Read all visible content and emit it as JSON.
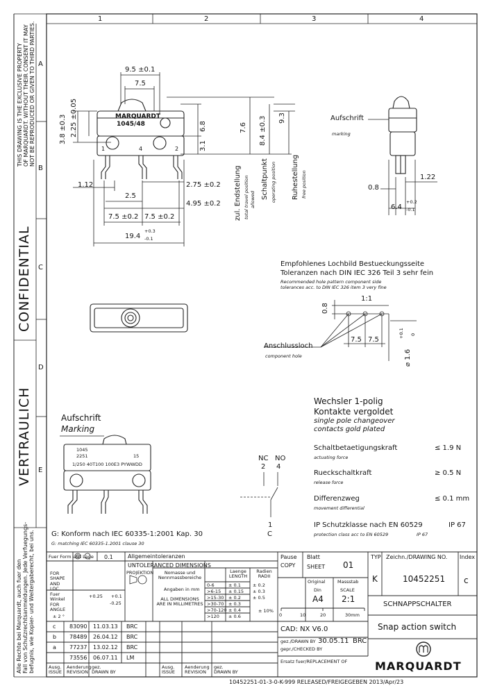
{
  "zones": {
    "top": [
      "1",
      "2",
      "3",
      "4"
    ],
    "side": [
      "A",
      "B",
      "C",
      "D",
      "E"
    ]
  },
  "side_notice": {
    "property_line1": "THIS DRAWING IS THE EXCLUSIVE PROPERTY",
    "property_line2": "OF MARQUARDT. WITHOUT THEIR CONSENT IT MAY",
    "property_line3": "NOT BE REPRODUCED OR GIVEN TO THIRD PARTIES.",
    "confidential": "CONFIDENTIAL",
    "vertraulich": "VERTRAULICH",
    "rights_line1": "Alle Rechte bei Marquardt, auch fuer den",
    "rights_line2": "Fall von Schutzrechtsanmeldungen. Jede Verfuegungs-",
    "rights_line3": "befugnis, wie Kopier- und Weitergaberecht, bei uns."
  },
  "dims": {
    "d95": "9.5 ±0.1",
    "d75": "7.5",
    "d38": "3.8 ±0.3",
    "d225": "2.25 ±0.05",
    "d68": "6.8",
    "d31": "3.1",
    "d76": "7.6",
    "d84": "8.4 ±0.3",
    "d93": "9.3",
    "d112": "1.12",
    "d25": "2.5",
    "d275": "2.75 ±0.2",
    "d495": "4.95 ±0.2",
    "d75a": "7.5 ±0.2",
    "d75b": "7.5 ±0.2",
    "d194": "19.4",
    "d194tol_up": "+0.3",
    "d194tol_dn": "-0.1",
    "d08": "0.8",
    "d122": "1.22",
    "d64": "6.4",
    "d64tol_up": "+0.2",
    "d64tol_dn": "-0.1",
    "h_08": "0.8",
    "h_75a": "7.5",
    "h_75b": "7.5",
    "h_16": "⌀ 1.6",
    "h_16tol_up": "+0.1",
    "h_16tol_dn": "0"
  },
  "body_marking": {
    "logo": "MARQUARDT",
    "code": "1045/48",
    "p1": "1",
    "p2": "2",
    "p4": "4"
  },
  "positions": {
    "endstellung_de": "zul. Endstellung",
    "endstellung_en1": "total travel position",
    "endstellung_en2": "allowed",
    "schaltpunkt_de": "Schaltpunkt",
    "schaltpunkt_en": "operating position",
    "ruhestellung_de": "Ruhestellung",
    "ruhestellung_en": "free position"
  },
  "side_view": {
    "aufschrift": "Aufschrift",
    "marking": "marking"
  },
  "hole_pattern": {
    "de1": "Empfohlenes Lochbild Bestueckungsseite",
    "de2": "Toleranzen nach DIN IEC 326 Teil 3 sehr fein",
    "en1": "Recommended hole pattern component side",
    "en2": "tolerances acc. to DIN IEC 326 item 3 very fine",
    "scale": "1:1",
    "anschluss_de": "Anschlussloch",
    "anschluss_en": "component hole"
  },
  "marking_view": {
    "title_de": "Aufschrift",
    "title_en": "Marking",
    "l1": "1045",
    "l2": "2251",
    "l3": "1/250  40T100 100E3 PYWWDD",
    "ul": "15"
  },
  "specs": {
    "type_de": "Wechsler 1-polig",
    "contacts_de": "Kontakte vergoldet",
    "type_en": "single pole changeover",
    "contacts_en": "contacts gold plated",
    "force_de": "Schaltbetaetigungskraft",
    "force_en": "actuating force",
    "force_val": "≤ 1.9 N",
    "release_de": "Rueckschaltkraft",
    "release_en": "release force",
    "release_val": "≥ 0.5 N",
    "diff_de": "Differenzweg",
    "diff_en": "movement differential",
    "diff_val": "≤ 0.1 mm",
    "ip_de": "IP Schutzklasse nach EN 60529",
    "ip_en": "protection class acc to EN 60529",
    "ip_val": "IP 67",
    "ip_val_en": "IP 67"
  },
  "circuit": {
    "nc": "NC",
    "no": "NO",
    "n2": "2",
    "n4": "4",
    "n1": "1",
    "c": "C"
  },
  "conformity": {
    "de": "G: Konform nach IEC 60335-1:2001 Kap. 30",
    "en": "G: matching IEC 60335-1.2001 clause 30"
  },
  "title_block": {
    "form_label": "Fuer Form und Lage",
    "shape_label": "FOR SHAPE AND LOC.",
    "form_val": "0.1",
    "winkel_label": "Fuer Winkel FOR ANGLE",
    "winkel_pm": "± 2 °",
    "winkel_025a": "+0.25",
    "winkel_01": "+0.1",
    "winkel_025b": "-0.25",
    "tol_de": "Allgemeintoleranzen",
    "tol_en": "UNTOLERANCED DIMENSIONS",
    "projektion": "PROJEKTION",
    "nominal_de": "Nomasse und Nennmassbereiche",
    "nominal_de2": "Angaben in mm",
    "alldim": "ALL DIMENSIONS ARE IN MILLIMETRES",
    "laenge": "Laenge LENGTH",
    "radien": "Radien RADII",
    "rows": [
      {
        "range": "0-6",
        "len": "± 0.1",
        "rad": "± 0.2"
      },
      {
        "range": ">6-15",
        "len": "± 0.15",
        "rad": "± 0.3"
      },
      {
        "range": ">15-30",
        "len": "± 0.2",
        "rad": "± 0.5"
      },
      {
        "range": ">30-70",
        "len": "± 0.3",
        "rad": ""
      },
      {
        "range": ">70-120",
        "len": "± 0.4",
        "rad": ""
      },
      {
        "range": ">120",
        "len": "± 0.6",
        "rad": ""
      }
    ],
    "pct": "± 10%",
    "pause_de": "Pause",
    "pause_en": "COPY",
    "blatt_de": "Blatt",
    "blatt_en": "SHEET",
    "blatt_val": "01",
    "original_de": "Original",
    "format_de": "Din",
    "format_val": "A4",
    "massstab_de": "Massstab",
    "massstab_en": "SCALE",
    "scale_val": "2:1",
    "scale_marks": [
      "0",
      "10",
      "20",
      "30mm"
    ],
    "typ": "TYP",
    "typ_val": "K",
    "zeichn": "Zeichn./DRAWING NO.",
    "zeichn_val": "10452251",
    "index": "Index",
    "index_val": "c",
    "title_de": "SCHNAPPSCHALTER",
    "title_en": "Snap action switch",
    "cad": "CAD: NX V6.0",
    "gez": "gez./DRAWN BY",
    "gez_date": "30.05.11",
    "gez_by": "BRC",
    "gepr": "gepr./CHECKED BY",
    "ersatz": "Ersatz fuer/REPLACEMENT OF",
    "logo": "MARQUARDT",
    "revisions": [
      {
        "idx": "c",
        "no": "83090",
        "date": "11.03.13",
        "by": "BRC"
      },
      {
        "idx": "b",
        "no": "78489",
        "date": "26.04.12",
        "by": "BRC"
      },
      {
        "idx": "a",
        "no": "77237",
        "date": "13.02.12",
        "by": "BRC"
      },
      {
        "idx": "",
        "no": "73556",
        "date": "06.07.11",
        "by": "LM"
      }
    ],
    "ausg": "Ausg. ISSUE",
    "aenderung": "Aenderung REVISION",
    "gez_short": "gez. DRAWN BY",
    "ausg2": "Ausg. ISSUE",
    "aenderung2": "Aenderung REVISION",
    "gez2": "gez. DRAWN BY"
  },
  "footer": "10452251-01-3-0-K-999 RELEASED/FREIGEGEBEN 2013/Apr/23"
}
